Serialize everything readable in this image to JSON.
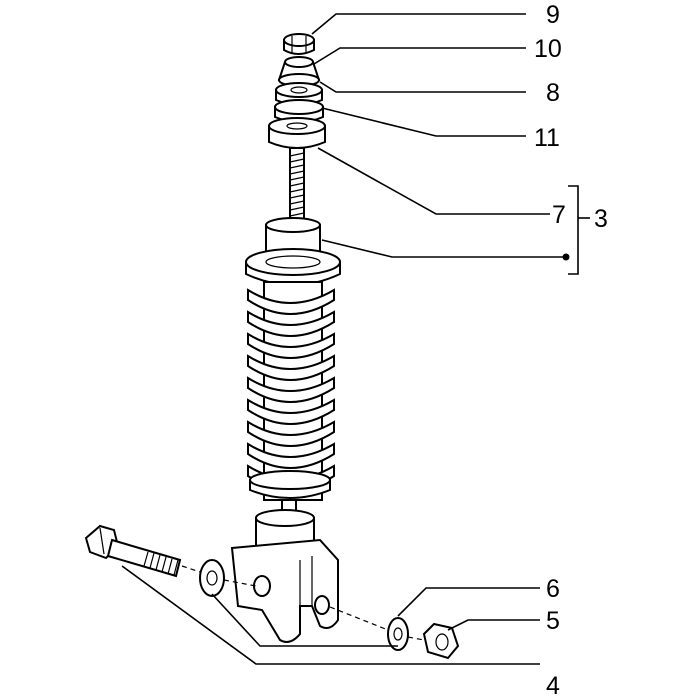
{
  "diagram": {
    "callouts": {
      "c9": "9",
      "c10": "10",
      "c8": "8",
      "c11": "11",
      "c7": "7",
      "c3": "3",
      "c6": "6",
      "c5": "5",
      "c4": "4"
    }
  }
}
